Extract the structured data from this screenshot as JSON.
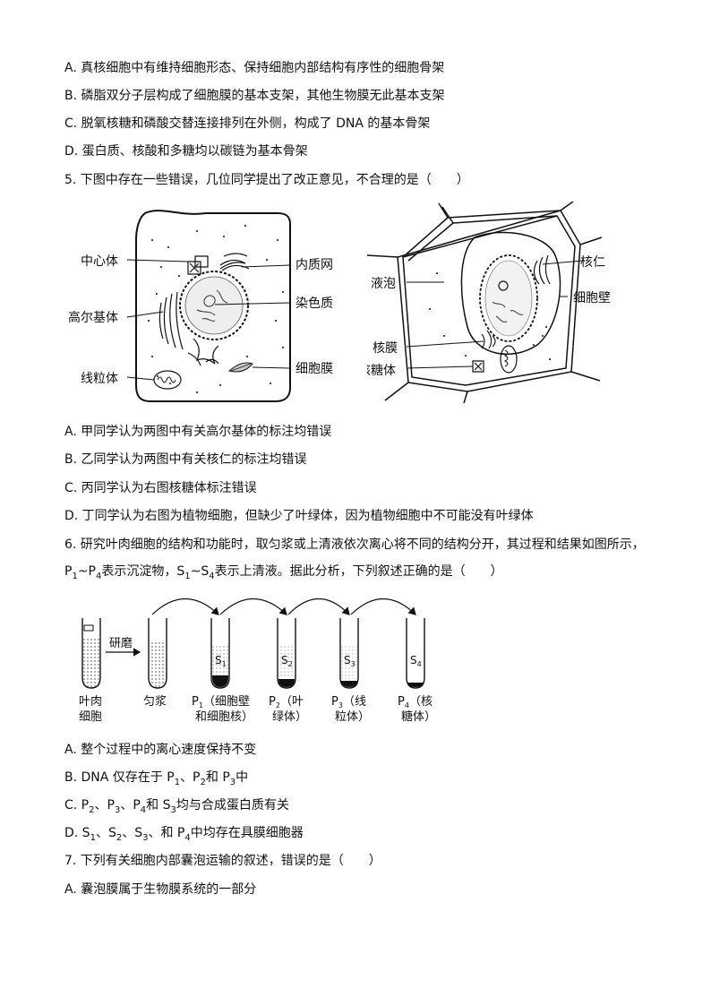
{
  "q4_options": [
    "A. 真核细胞中有维持细胞形态、保持细胞内部结构有序性的细胞骨架",
    "B. 磷脂双分子层构成了细胞膜的基本支架，其他生物膜无此基本支架",
    "C. 脱氧核糖和磷酸交替连接排列在外侧，构成了 DNA 的基本骨架",
    "D. 蛋白质、核酸和多糖均以碳链为基本骨架"
  ],
  "q5": {
    "stem": "5. 下图中存在一些错误，几位同学提出了改正意见，不合理的是（　　）",
    "animal_labels": {
      "centrosome": "中心体",
      "golgi": "高尔基体",
      "mito": "线粒体",
      "er": "内质网",
      "chromatin": "染色质",
      "membrane": "细胞膜"
    },
    "plant_labels": {
      "vacuole": "液泡",
      "nuc_membrane": "核膜",
      "ribosome": "核糖体",
      "nucleolus": "核仁",
      "wall": "细胞壁"
    },
    "options": [
      "A. 甲同学认为两图中有关高尔基体的标注均错误",
      "B. 乙同学认为两图中有关核仁的标注均错误",
      "C. 丙同学认为右图核糖体标注错误",
      "D. 丁同学认为右图为植物细胞，但缺少了叶绿体，因为植物细胞中不可能没有叶绿体"
    ]
  },
  "q6": {
    "stem1": "6. 研究叶肉细胞的结构和功能时，取匀浆或上清液依次离心将不同的结构分开，其过程和结果如图所示，",
    "stem2_p": "P",
    "stem2_1": "1",
    "stem2_tilde1": "~P",
    "stem2_4": "4",
    "stem2_mid": "表示沉淀物，S",
    "stem2_s1": "1",
    "stem2_tilde2": "~S",
    "stem2_s4": "4",
    "stem2_end": "表示上清液。据此分析，下列叙述正确的是（　　）",
    "fig": {
      "grind": "研磨",
      "leaf1": "叶肉",
      "leaf2": "细胞",
      "homogenate": "匀浆",
      "s1": "S",
      "s2": "S",
      "s3": "S",
      "s4": "S",
      "sub1": "1",
      "sub2": "2",
      "sub3": "3",
      "sub4": "4",
      "p1_l1": "P",
      "p1_l1b": "（细胞壁",
      "p1_l2": "和细胞核）",
      "p2_l1": "P",
      "p2_l1b": "（叶",
      "p2_l2": "绿体）",
      "p3_l1": "P",
      "p3_l1b": "（线",
      "p3_l2": "粒体）",
      "p4_l1": "P",
      "p4_l1b": "（核",
      "p4_l2": "糖体）"
    },
    "optA": "A. 整个过程中的离心速度保持不变",
    "optB": [
      "B. DNA 仅存在于 P",
      "1",
      "、P",
      "2",
      "和 P",
      "3",
      "中"
    ],
    "optC": [
      "C. P",
      "2",
      "、P",
      "3",
      "、P",
      "4",
      "和 S",
      "3",
      "均与合成蛋白质有关"
    ],
    "optD": [
      "D. S",
      "1",
      "、S",
      "2",
      "、S",
      "3",
      "、和 P",
      "4",
      "中均存在具膜细胞器"
    ]
  },
  "q7": {
    "stem": "7. 下列有关细胞内部囊泡运输的叙述，错误的是（　　）",
    "optA": "A. 囊泡膜属于生物膜系统的一部分"
  }
}
